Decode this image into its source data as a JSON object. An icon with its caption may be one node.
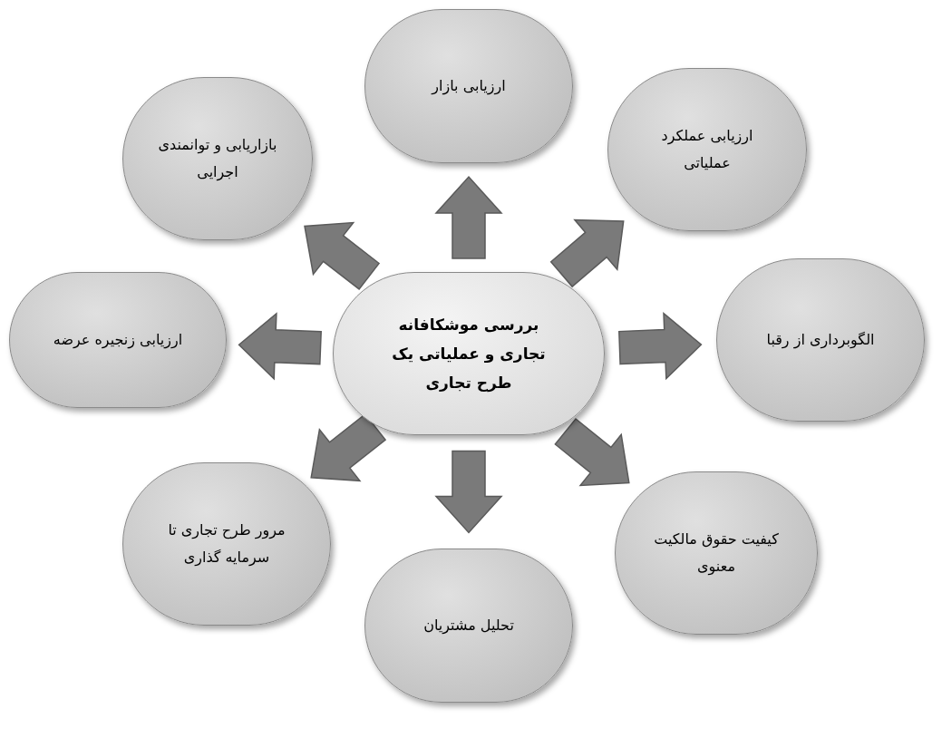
{
  "diagram": {
    "nodes": [
      {
        "text": [
          "بررسی موشکافانه تجاری و عملیاتی یک طرح تجاری"
        ]
      },
      {
        "text": [
          "بازاریابی و توانمندی اجرایی"
        ]
      },
      {
        "text": [
          "ارزیابی بازار"
        ]
      },
      {
        "text": [
          "ارزیابی عملکرد عملیاتی"
        ]
      },
      {
        "text": [
          "ارزیابی زنجیره عرضه"
        ]
      },
      {
        "text": [
          "الگوبرداری از رقبا"
        ]
      },
      {
        "text": [
          "مرور طرح تجاری تا سرمایه گذاری"
        ]
      },
      {
        "text": [
          "تحلیل مشتریان"
        ]
      },
      {
        "text": [
          "کیفیت حقوق مالکیت معنوی"
        ]
      }
    ],
    "edges": [
      {
        "from": 0,
        "to": 1,
        "arrow": "to"
      },
      {
        "from": 0,
        "to": 2,
        "arrow": "to"
      },
      {
        "from": 0,
        "to": 3,
        "arrow": "to"
      },
      {
        "from": 0,
        "to": 4,
        "arrow": "to"
      },
      {
        "from": 0,
        "to": 5,
        "arrow": "to"
      },
      {
        "from": 0,
        "to": 6,
        "arrow": "to"
      },
      {
        "from": 0,
        "to": 7,
        "arrow": "to"
      },
      {
        "from": 0,
        "to": 8,
        "arrow": "to"
      }
    ]
  }
}
